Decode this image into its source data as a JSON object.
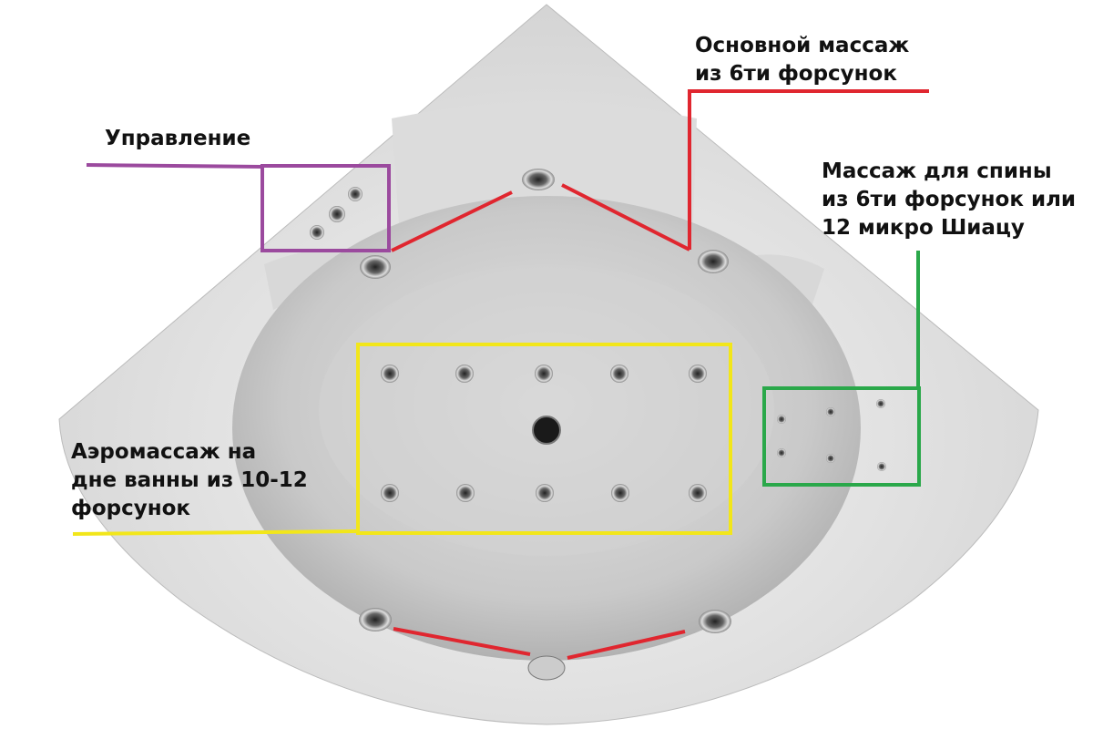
{
  "labels": {
    "control": {
      "lines": [
        "Управление"
      ],
      "color": "#9b4a9e"
    },
    "main_massage": {
      "lines": [
        "Основной массаж",
        "из 6ти форсунок"
      ],
      "color": "#e0262f"
    },
    "back_massage": {
      "lines": [
        "Массаж для спины",
        "из 6ти форсунок или",
        "12 микро Шиацу"
      ],
      "color": "#2aa84a"
    },
    "aero_massage": {
      "lines": [
        "Аэромассаж на",
        "дне ванны из 10-12",
        "форсунок"
      ],
      "color": "#f2e61a"
    }
  }
}
